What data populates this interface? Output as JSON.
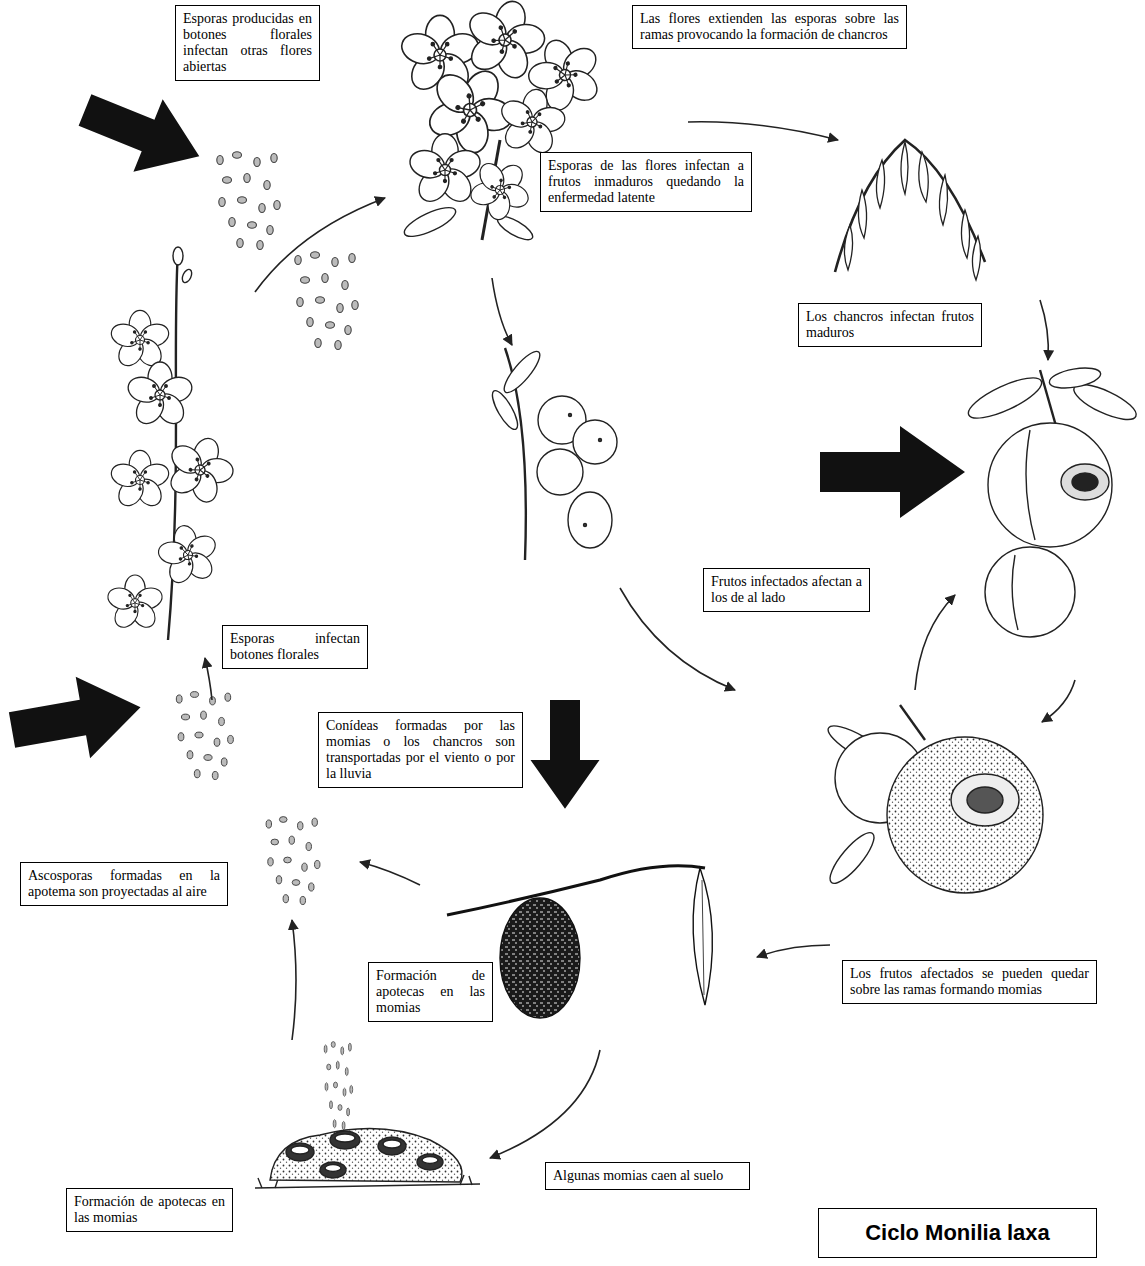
{
  "diagram": {
    "title": "Ciclo Monilia laxa",
    "nodes": [
      {
        "text": [
          "Esporas producidas en botones florales infectan otras flores abiertas"
        ]
      },
      {
        "text": [
          "Las flores extienden las esporas sobre las ramas provocando la formación de chancros"
        ]
      },
      {
        "text": [
          "Esporas de las flores infectan a frutos inmaduros quedando la enfermedad latente"
        ]
      },
      {
        "text": [
          "Los chancros infectan frutos maduros"
        ]
      },
      {
        "text": [
          "Frutos infectados afectan a los de al lado"
        ]
      },
      {
        "text": [
          "Esporas infectan botones florales"
        ]
      },
      {
        "text": [
          "Conídeas formadas por las momias o los chancros son transportadas por el viento o por la lluvia"
        ]
      },
      {
        "text": [
          "Ascosporas formadas en la apotema son proyectadas al aire"
        ]
      },
      {
        "text": [
          "Formación de apotecas en las momias"
        ]
      },
      {
        "text": [
          "Los frutos afectados se pueden quedar sobre las ramas formando momias"
        ]
      },
      {
        "text": [
          "Algunas momias caen al suelo"
        ]
      },
      {
        "text": [
          "Formación de apotecas en las momias"
        ]
      }
    ]
  }
}
